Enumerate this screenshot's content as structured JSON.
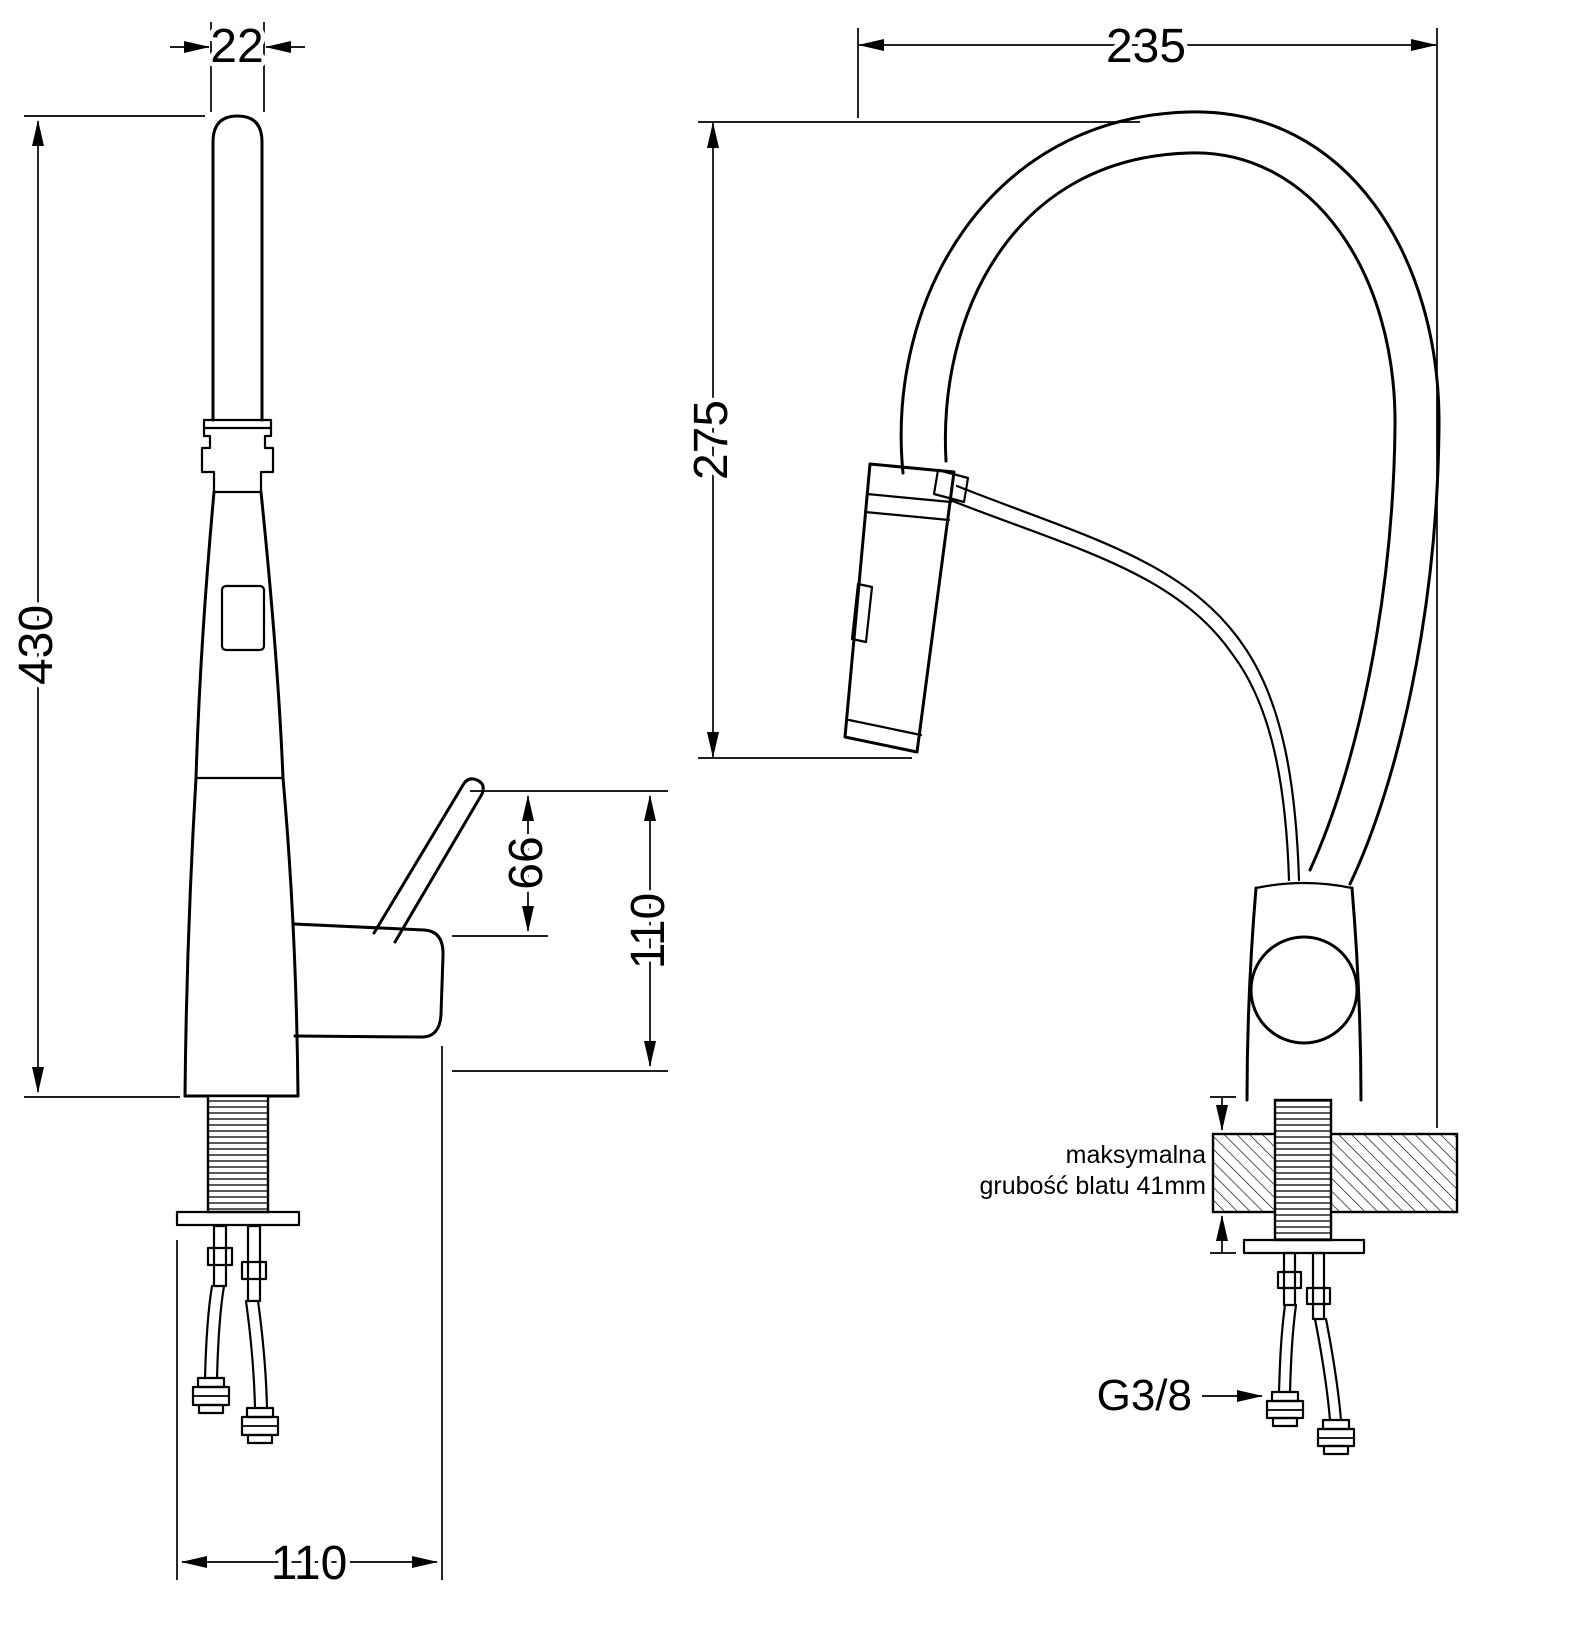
{
  "drawing": {
    "background": "#ffffff",
    "line_color": "#000000",
    "side_view": {
      "spout_width_mm": "22",
      "total_height_mm": "430",
      "lever_height_mm": "66",
      "handle_assembly_height_mm": "110",
      "base_width_mm": "110"
    },
    "front_view": {
      "spout_reach_mm": "235",
      "spout_height_mm": "275",
      "countertop_note_line1": "maksymalna",
      "countertop_note_line2": "grubość blatu 41mm",
      "supply_thread_size": "G3/8"
    }
  }
}
